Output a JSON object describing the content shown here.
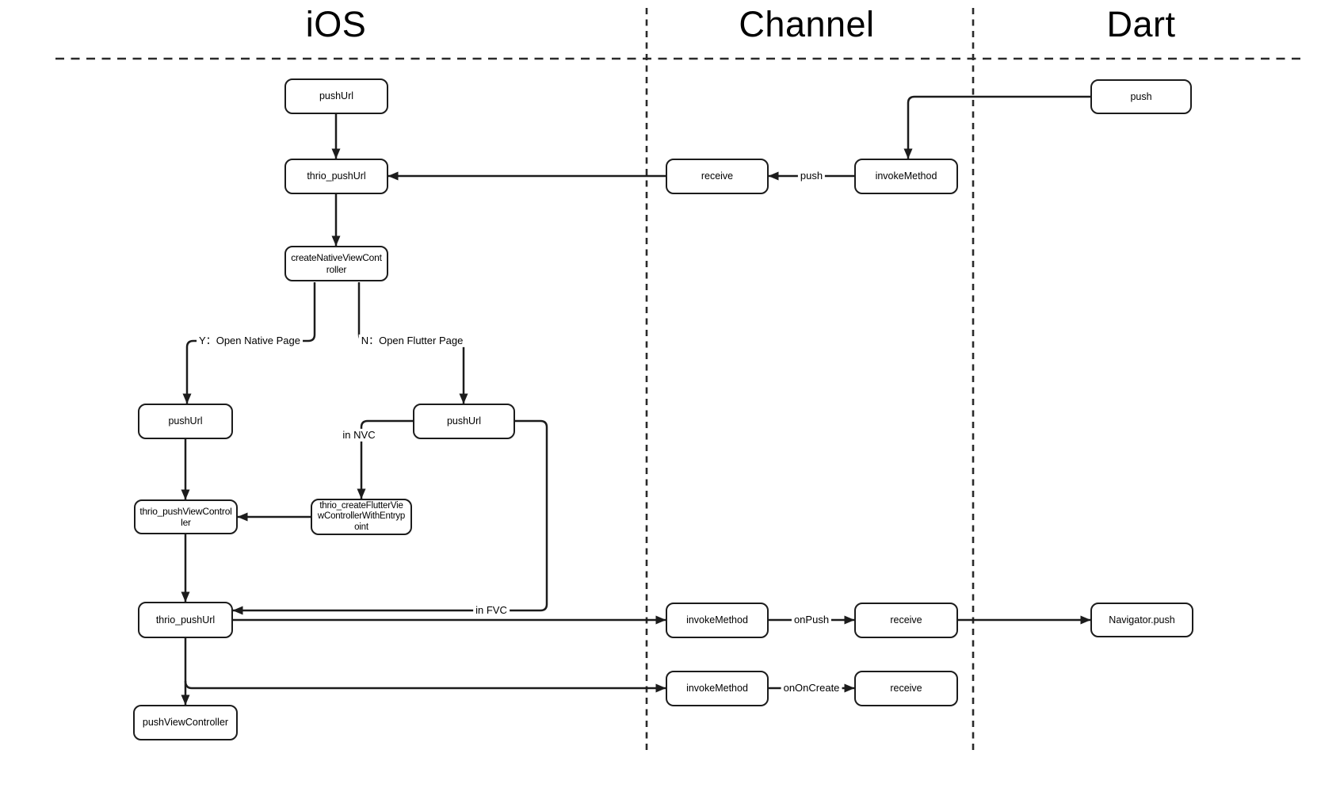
{
  "columns": {
    "ios": "iOS",
    "channel": "Channel",
    "dart": "Dart"
  },
  "nodes": {
    "push_url_1": "pushUrl",
    "thrio_push_url_1": "thrio_pushUrl",
    "create_native_view_controller": "createNativeViewCont\nroller",
    "push_url_native": "pushUrl",
    "push_url_flutter": "pushUrl",
    "thrio_push_view_controller": "thrio_pushViewControl\nler",
    "thrio_create_flutter_vc": "thrio_createFlutterVie\nwControllerWithEntryp\noint",
    "thrio_push_url_2": "thrio_pushUrl",
    "push_view_controller": "pushViewController",
    "receive_1": "receive",
    "invoke_method_1": "invokeMethod",
    "invoke_method_2": "invokeMethod",
    "receive_2": "receive",
    "invoke_method_3": "invokeMethod",
    "receive_3": "receive",
    "push": "push",
    "navigator_push": "Navigator.push"
  },
  "edge_labels": {
    "push": "push",
    "y_branch": "Y：Open Native Page",
    "n_branch": "N：Open Flutter Page",
    "in_nvc": "in NVC",
    "in_fvc": "in FVC",
    "on_push": "onPush",
    "on_on_create": "onOnCreate"
  },
  "colors": {
    "background": "#ffffff",
    "stroke": "#1c1c1c",
    "text": "#000000"
  }
}
